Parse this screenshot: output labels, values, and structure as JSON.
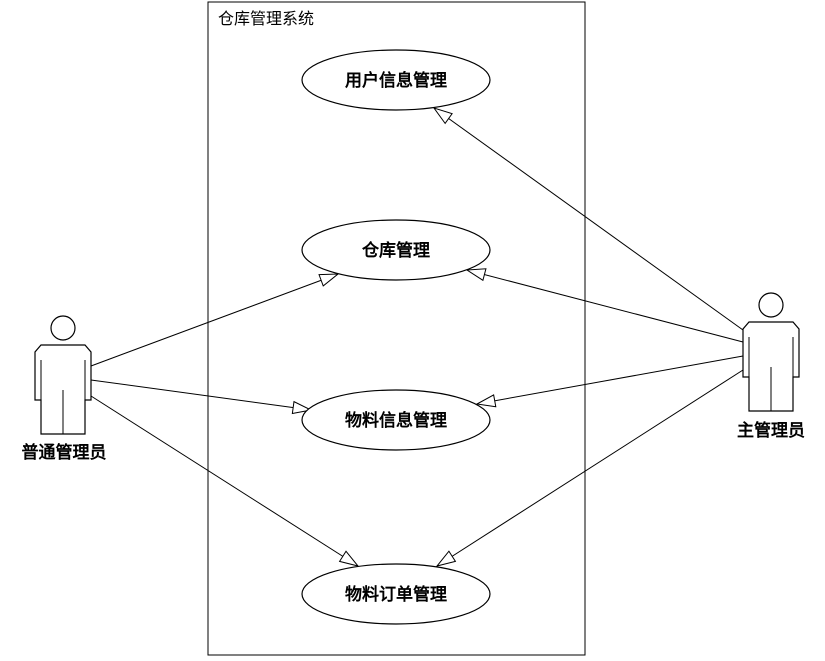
{
  "system": {
    "title": "仓库管理系统"
  },
  "use_cases": [
    {
      "id": "uc-user-info",
      "label": "用户信息管理"
    },
    {
      "id": "uc-warehouse",
      "label": "仓库管理"
    },
    {
      "id": "uc-material-info",
      "label": "物料信息管理"
    },
    {
      "id": "uc-material-order",
      "label": "物料订单管理"
    }
  ],
  "actors": [
    {
      "id": "actor-general-admin",
      "label": "普通管理员"
    },
    {
      "id": "actor-main-admin",
      "label": "主管理员"
    }
  ],
  "associations": [
    {
      "from": "actor-general-admin",
      "to": "uc-warehouse"
    },
    {
      "from": "actor-general-admin",
      "to": "uc-material-info"
    },
    {
      "from": "actor-general-admin",
      "to": "uc-material-order"
    },
    {
      "from": "actor-main-admin",
      "to": "uc-user-info"
    },
    {
      "from": "actor-main-admin",
      "to": "uc-warehouse"
    },
    {
      "from": "actor-main-admin",
      "to": "uc-material-info"
    },
    {
      "from": "actor-main-admin",
      "to": "uc-material-order"
    }
  ]
}
